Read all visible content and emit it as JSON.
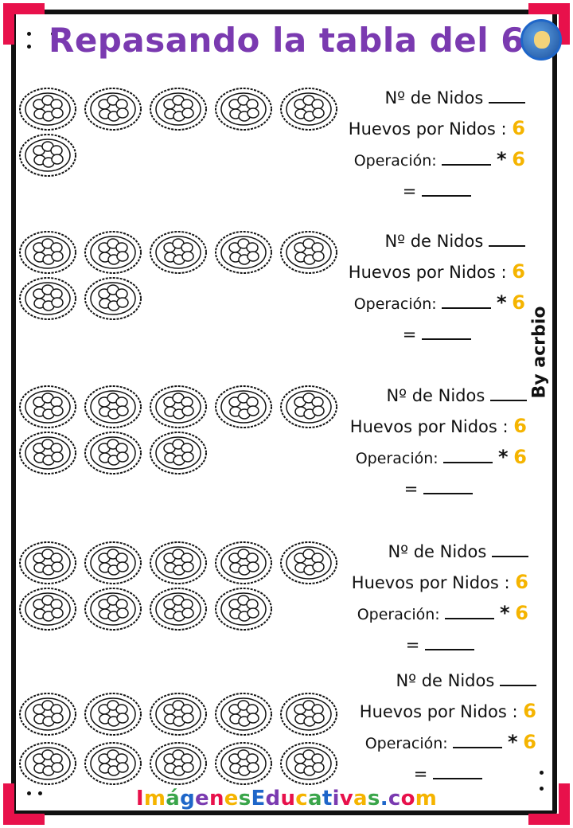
{
  "title": "Repasando la tabla del 6",
  "side_credit": "By acrbio",
  "footer": {
    "text": "ImágenesEducativas.com",
    "letter_colors": [
      "#e8114b",
      "#f5b400",
      "#3aa54a",
      "#1e66c9",
      "#7a3ab0",
      "#e8114b",
      "#f5b400",
      "#3aa54a",
      "#1e66c9",
      "#7a3ab0",
      "#e8114b",
      "#f5b400",
      "#3aa54a",
      "#1e66c9",
      "#7a3ab0",
      "#e8114b",
      "#f5b400",
      "#3aa54a",
      "#1e66c9",
      "#7a3ab0",
      "#e8114b",
      "#f5b400"
    ]
  },
  "accent_colors": {
    "title": "#7a3ab0",
    "corner": "#e8114b",
    "six": "#f5b400"
  },
  "exercises": [
    {
      "nest_count": 6,
      "nidos_label": "Nº de Nidos",
      "huevos_label": "Huevos por Nidos :",
      "huevos_value": "6",
      "operacion_label": "Operación:",
      "operator": "*",
      "factor": "6",
      "equals": "="
    },
    {
      "nest_count": 7,
      "nidos_label": "Nº de Nidos",
      "huevos_label": "Huevos por Nidos :",
      "huevos_value": "6",
      "operacion_label": "Operación:",
      "operator": "*",
      "factor": "6",
      "equals": "="
    },
    {
      "nest_count": 8,
      "nidos_label": "Nº de Nidos",
      "huevos_label": "Huevos por Nidos :",
      "huevos_value": "6",
      "operacion_label": "Operación:",
      "operator": "*",
      "factor": "6",
      "equals": "="
    },
    {
      "nest_count": 9,
      "nidos_label": "Nº de Nidos",
      "huevos_label": "Huevos por Nidos :",
      "huevos_value": "6",
      "operacion_label": "Operación:",
      "operator": "*",
      "factor": "6",
      "equals": "="
    },
    {
      "nest_count": 10,
      "nidos_label": "Nº de Nidos",
      "huevos_label": "Huevos por Nidos :",
      "huevos_value": "6",
      "operacion_label": "Operación:",
      "operator": "*",
      "factor": "6",
      "equals": "="
    }
  ]
}
